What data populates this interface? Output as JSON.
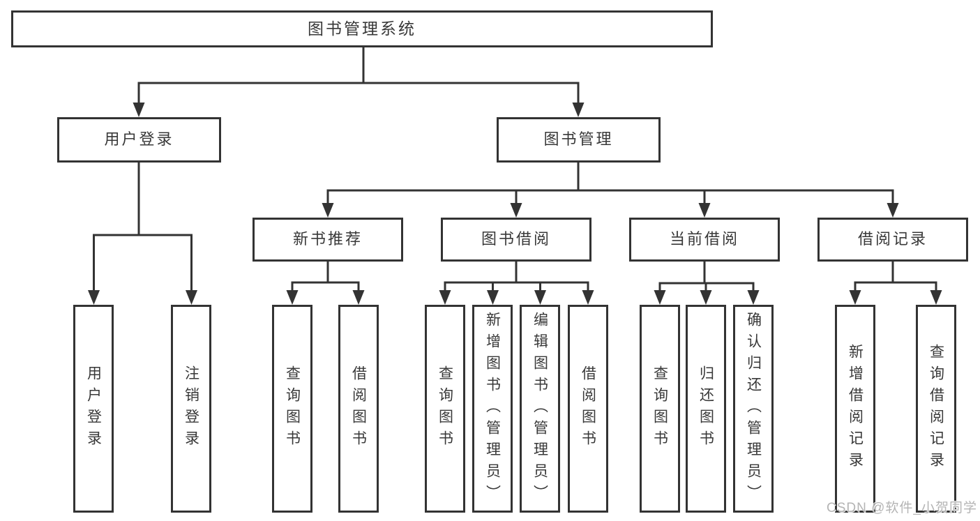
{
  "diagram": {
    "root": {
      "label": "图书管理系统"
    },
    "level2": [
      {
        "label": "用户登录",
        "parent": "图书管理系统"
      },
      {
        "label": "图书管理",
        "parent": "图书管理系统"
      }
    ],
    "level3": [
      {
        "label": "新书推荐",
        "parent": "图书管理"
      },
      {
        "label": "图书借阅",
        "parent": "图书管理"
      },
      {
        "label": "当前借阅",
        "parent": "图书管理"
      },
      {
        "label": "借阅记录",
        "parent": "图书管理"
      }
    ],
    "leaves": [
      {
        "label": "用户登录",
        "parent": "用户登录"
      },
      {
        "label": "注销登录",
        "parent": "用户登录"
      },
      {
        "label": "查询图书",
        "parent": "新书推荐"
      },
      {
        "label": "借阅图书",
        "parent": "新书推荐"
      },
      {
        "label": "查询图书",
        "parent": "图书借阅"
      },
      {
        "label": "新增图书（管理员）",
        "parent": "图书借阅"
      },
      {
        "label": "编辑图书（管理员）",
        "parent": "图书借阅"
      },
      {
        "label": "借阅图书",
        "parent": "图书借阅"
      },
      {
        "label": "查询图书",
        "parent": "当前借阅"
      },
      {
        "label": "归还图书",
        "parent": "当前借阅"
      },
      {
        "label": "确认归还（管理员）",
        "parent": "当前借阅"
      },
      {
        "label": "新增借阅记录",
        "parent": "借阅记录"
      },
      {
        "label": "查询借阅记录",
        "parent": "借阅记录"
      }
    ],
    "colors": {
      "line": "#333333",
      "box_border": "#333333",
      "box_fill": "#ffffff",
      "text": "#383838",
      "background": "#ffffff",
      "watermark": "#b4b4b4"
    }
  },
  "watermark": {
    "text": "CSDN @软件_小贺同学"
  }
}
